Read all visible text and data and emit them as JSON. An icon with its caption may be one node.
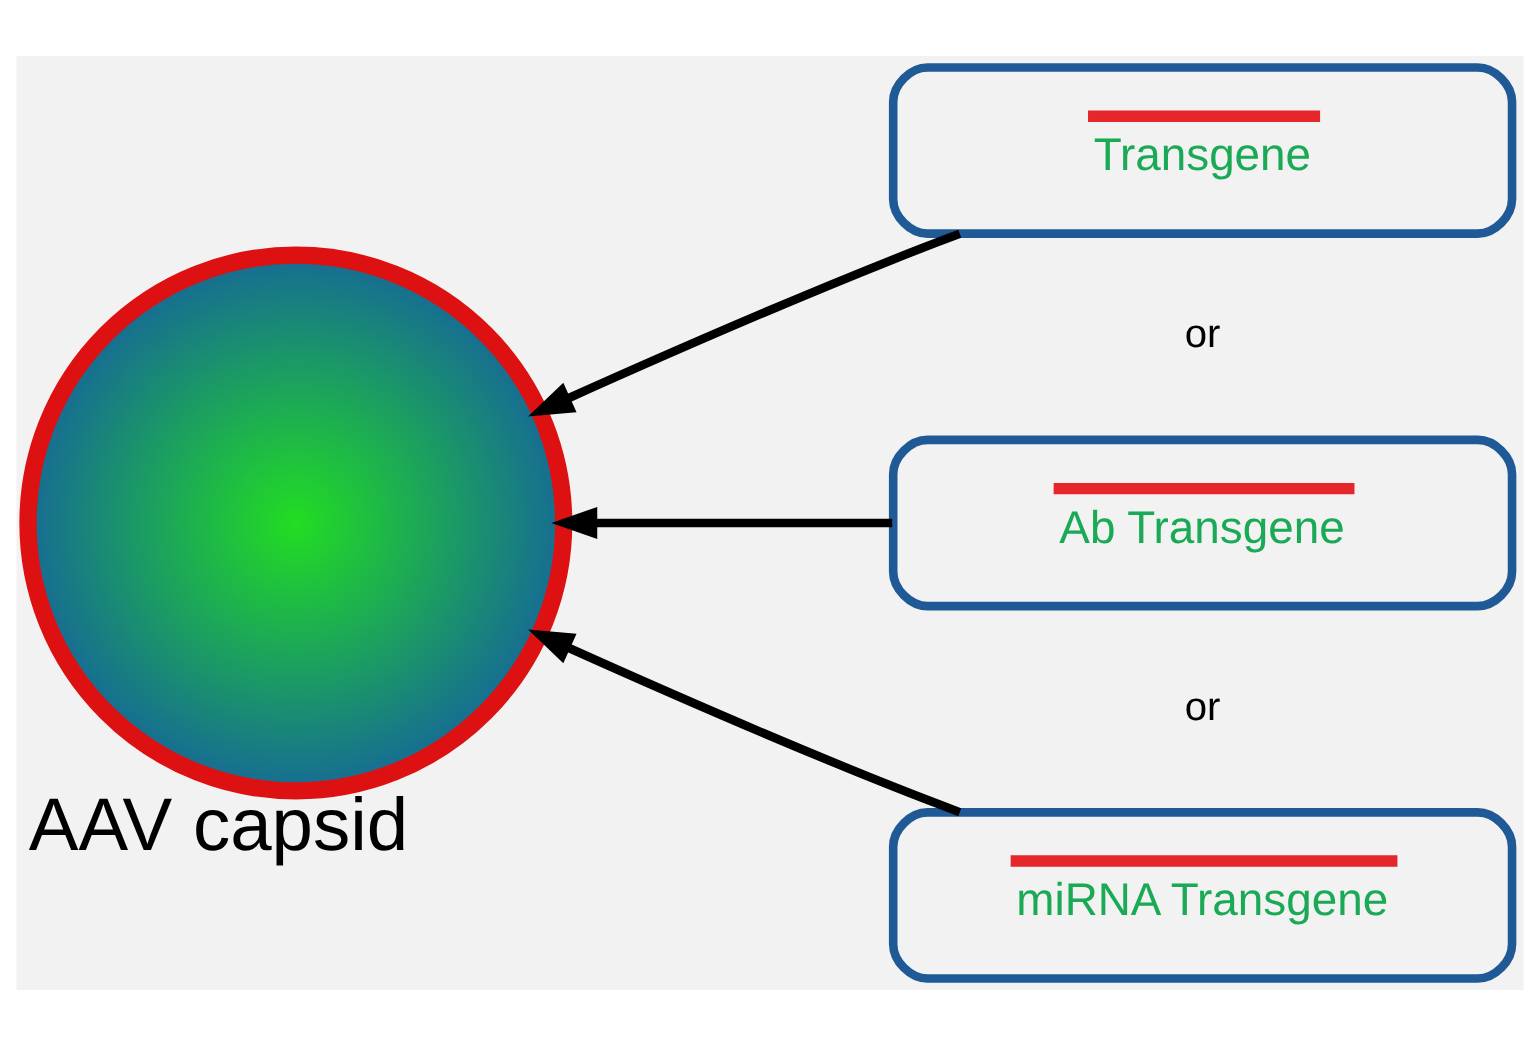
{
  "diagram": {
    "nodes": [
      {
        "text": [],
        "shape": "picture",
        "beside": [
          "AAV capsid"
        ]
      },
      {
        "text": [
          "Transgene"
        ]
      },
      {
        "text": [
          "Ab Transgene"
        ]
      },
      {
        "text": [
          "miRNA Transgene"
        ]
      }
    ],
    "edges": [
      {
        "from": 1,
        "to": 0,
        "arrow": "to"
      },
      {
        "from": 2,
        "to": 0,
        "arrow": "to"
      },
      {
        "from": 3,
        "to": 0,
        "arrow": "to"
      }
    ],
    "labels": [
      "or",
      "or"
    ]
  }
}
